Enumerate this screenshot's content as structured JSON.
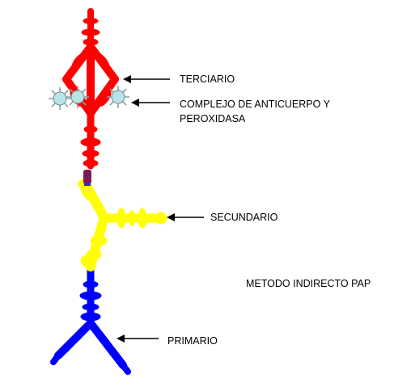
{
  "labels": {
    "terciario": "TERCIARIO",
    "complejo_line1": "COMPLEJO DE ANTICUERPO Y",
    "complejo_line2": "PEROXIDASA",
    "secundario": "SECUNDARIO",
    "metodo": "METODO INDIRECTO PAP",
    "primario": "PRIMARIO"
  },
  "colors": {
    "tertiary_antibody": "#ff0000",
    "secondary_antibody": "#ffff00",
    "primary_antibody": "#0000ff",
    "peroxidase": "#b8e4e6",
    "hinge": "#7a1a5a"
  },
  "icons": {
    "arrow": "left-arrow-icon",
    "peroxidase": "star-molecule-icon"
  }
}
